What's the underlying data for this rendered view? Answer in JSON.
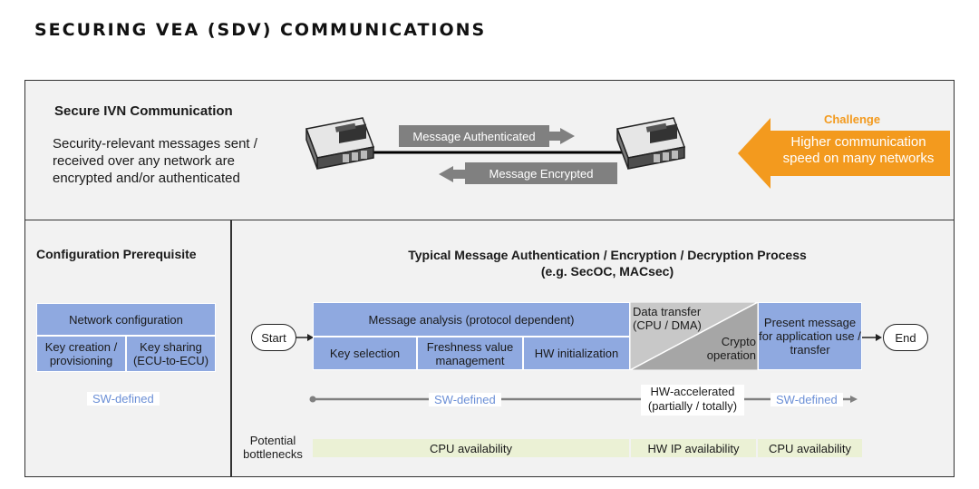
{
  "title": "SECURING VEA (SDV) COMMUNICATIONS",
  "top": {
    "heading": "Secure IVN Communication",
    "description": "Security-relevant messages sent / received over any network are encrypted and/or authenticated",
    "msg_authenticated": "Message Authenticated",
    "msg_encrypted": "Message Encrypted",
    "challenge_label": "Challenge",
    "challenge_text": "Higher communication speed on many networks"
  },
  "left": {
    "heading": "Configuration Prerequisite",
    "network_config": "Network configuration",
    "key_creation": "Key creation / provisioning",
    "key_sharing": "Key sharing (ECU-to-ECU)",
    "sw_defined": "SW-defined"
  },
  "right": {
    "heading": "Typical Message Authentication / Encryption / Decryption Process",
    "subheading": "(e.g. SecOC, MACsec)",
    "start": "Start",
    "end": "End",
    "message_analysis": "Message analysis (protocol dependent)",
    "key_selection": "Key selection",
    "freshness": "Freshness value management",
    "hw_init": "HW initialization",
    "data_transfer": "Data transfer (CPU / DMA)",
    "crypto_op": "Crypto operation",
    "present_message": "Present message for application use / transfer",
    "sw_defined_1": "SW-defined",
    "hw_accelerated": "HW-accelerated (partially / totally)",
    "sw_defined_2": "SW-defined",
    "bottlenecks_label": "Potential bottlenecks",
    "cpu_availability_1": "CPU availability",
    "hw_ip_availability": "HW IP availability",
    "cpu_availability_2": "CPU availability"
  },
  "colors": {
    "blue": "#8fa9e0",
    "orange": "#f39a1e",
    "gray": "#808080",
    "green": "#ebf1d5",
    "sw_text": "#6b8fd6"
  }
}
